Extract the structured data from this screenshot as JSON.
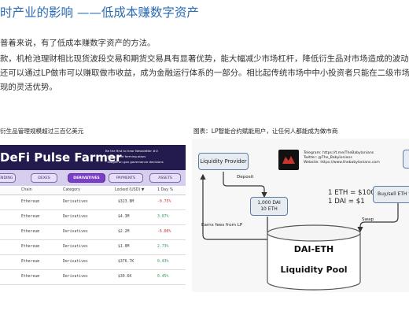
{
  "article": {
    "heading": "时产业的影响 ——低成本赚数字资产",
    "paragraphs": [
      "普着来说，有了低成本赚数字资产的方法。",
      "款，机枪池理财相比现货波段交易和期货交易具有显著优势，能大幅减少市场杠杆，降低衍生品对市场造成的波动",
      "还可以通过LP做市可以赚取做市收益，成为金融运行体系的一部分。相比起传统市场中中小投资者只能在二级市场",
      "现的灵活优势。"
    ]
  },
  "captions": {
    "left": "衍生品管理规模超过三百亿美元",
    "right": "图表：LP智能合约赋能用户，让任何人都能成为做市商"
  },
  "defi_pulse": {
    "title": "DeFi Pulse Farmer",
    "newsletter_lines": [
      "Be the first to hear Newsletter #1!",
      "· Fresh yield farming plays",
      "· Insight on gov governance decisions"
    ],
    "tabs": [
      {
        "label": "LENDING",
        "active": false
      },
      {
        "label": "DEXES",
        "active": false
      },
      {
        "label": "DERIVATIVES",
        "active": true
      },
      {
        "label": "PAYMENTS",
        "active": false
      },
      {
        "label": "ASSETS",
        "active": false
      }
    ],
    "columns": [
      "Chain",
      "Category",
      "Locked (USD) ▼",
      "1 Day %"
    ],
    "rows": [
      {
        "chain": "Ethereum",
        "category": "Derivatives",
        "locked": "$323.8M",
        "change": "-0.75%",
        "positive": false
      },
      {
        "chain": "Ethereum",
        "category": "Derivatives",
        "locked": "$4.3M",
        "change": "3.07%",
        "positive": true
      },
      {
        "chain": "Ethereum",
        "category": "Derivatives",
        "locked": "$2.2M",
        "change": "-6.00%",
        "positive": false
      },
      {
        "chain": "Ethereum",
        "category": "Derivatives",
        "locked": "$1.0M",
        "change": "2.73%",
        "positive": true
      },
      {
        "chain": "Ethereum",
        "category": "Derivatives",
        "locked": "$376.7K",
        "change": "0.43%",
        "positive": true
      },
      {
        "chain": "Ethereum",
        "category": "Derivatives",
        "locked": "$30.6K",
        "change": "0.45%",
        "positive": true
      }
    ]
  },
  "lp_diagram": {
    "telegram_lines": [
      "Telegram: https://t.me/TheBabylonians",
      "Twitter: @The_Babylonians",
      "Website: https://www.thebabylonians.com"
    ],
    "liquidity_provider": "Liquidity Provider",
    "deposit": "Deposit",
    "tokens": [
      "1,000 DAI",
      "10 ETH"
    ],
    "price_lines": [
      "1 ETH = $100",
      "1 DAI = $1"
    ],
    "buy_sell": "Buy/sell ETH fo",
    "swap": "Swap",
    "fees": "Earns fees from LP",
    "pool_pair": "DAI-ETH",
    "pool_name": "Liquidity Pool"
  },
  "colors": {
    "heading_blue": "#2a6bb5",
    "defi_header": "#231a4d",
    "defi_tab_active": "#7a3fc4",
    "negative": "#d0332f",
    "positive": "#2f9e55"
  }
}
